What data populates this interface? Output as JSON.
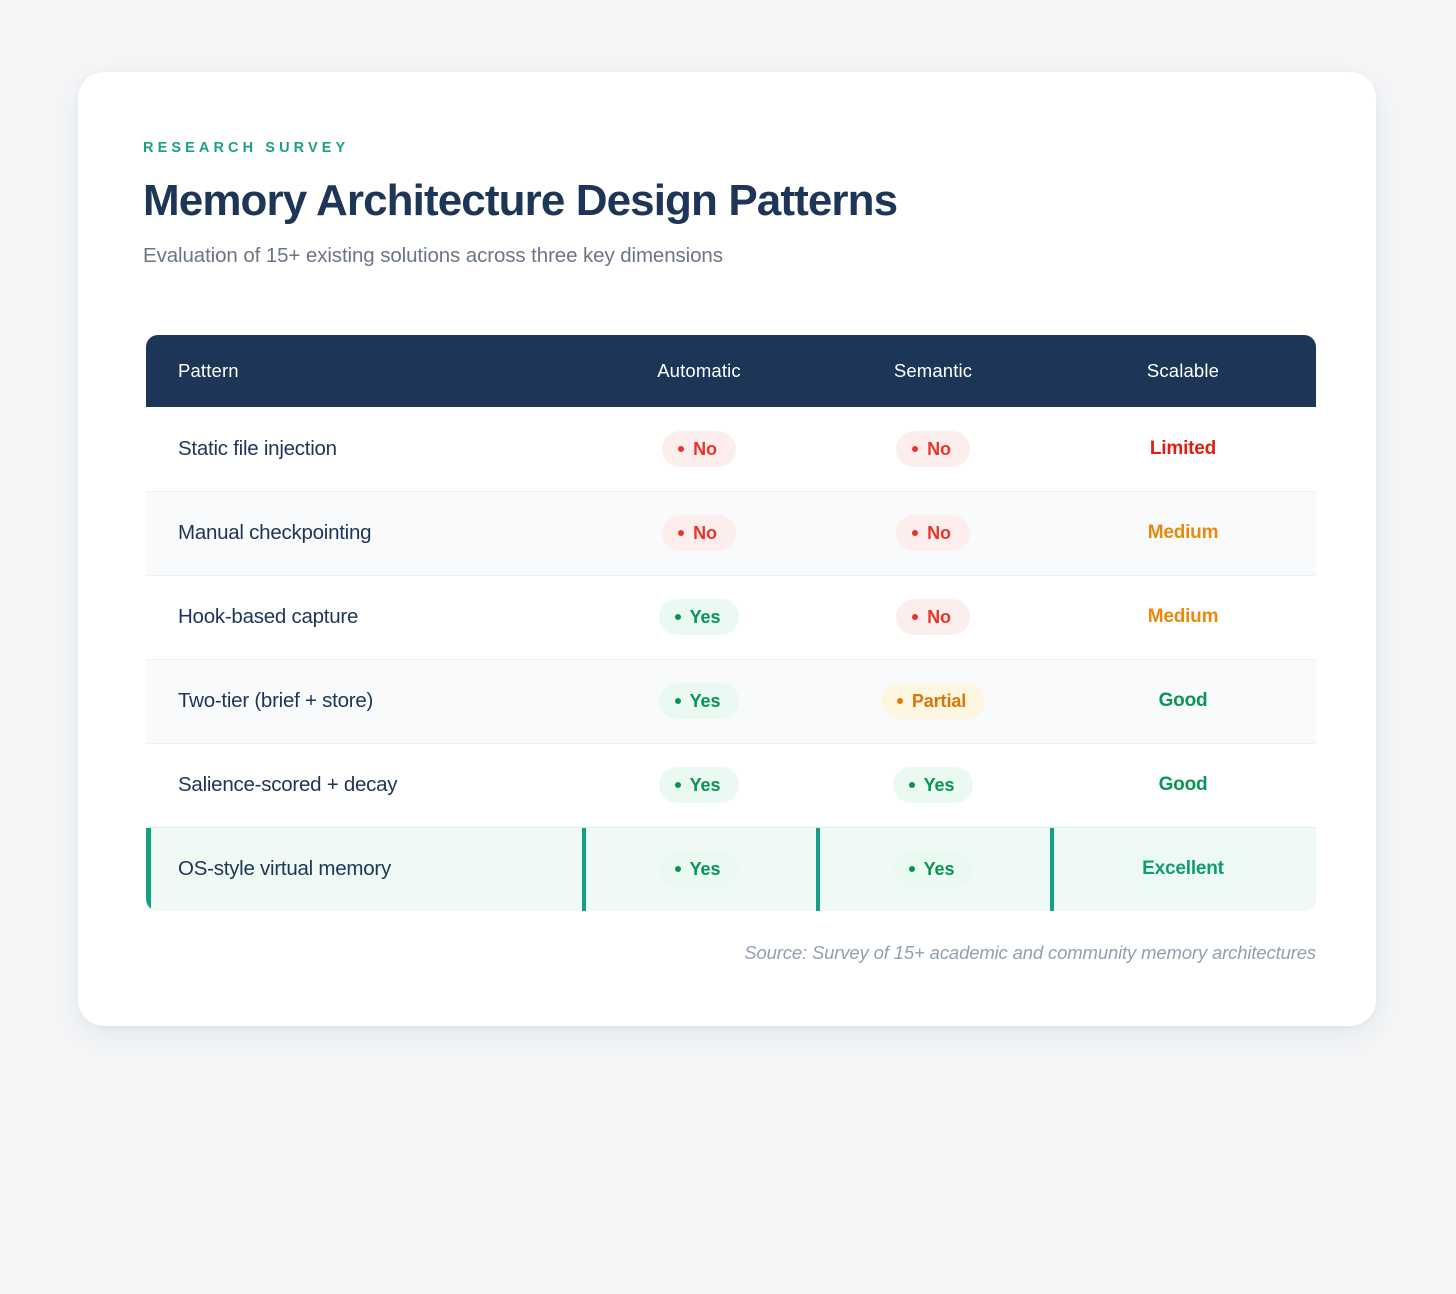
{
  "header": {
    "eyebrow": "RESEARCH SURVEY",
    "title": "Memory Architecture Design Patterns",
    "subtitle": "Evaluation of 15+ existing solutions across three key dimensions"
  },
  "footer": {
    "source": "Source: Survey of 15+ academic and community memory architectures"
  },
  "colors": {
    "brand_teal": "#1aa085",
    "header_navy": "#1d3557",
    "yes_green": "#079455",
    "no_red": "#e8342a",
    "partial_orange": "#d97706",
    "limited_red": "#e11d10",
    "medium_orange": "#e8890c",
    "good_green": "#0a9556",
    "excellent_green": "#0f9d70",
    "highlight_row": "#effaf5",
    "accent_bar": "#14a085",
    "page_bg": "#f4f6f8"
  },
  "chart_data": {
    "type": "table",
    "title": "Memory Architecture Design Patterns",
    "subtitle": "Evaluation of 15+ existing solutions across three key dimensions",
    "columns": [
      "Pattern",
      "Automatic",
      "Semantic",
      "Scalable"
    ],
    "rows": [
      {
        "pattern": "Static file injection",
        "automatic": "No",
        "semantic": "No",
        "scalable": "Limited",
        "automatic_state": "no",
        "semantic_state": "no",
        "scalable_state": "limited",
        "highlighted": false
      },
      {
        "pattern": "Manual checkpointing",
        "automatic": "No",
        "semantic": "No",
        "scalable": "Medium",
        "automatic_state": "no",
        "semantic_state": "no",
        "scalable_state": "medium",
        "highlighted": false
      },
      {
        "pattern": "Hook-based capture",
        "automatic": "Yes",
        "semantic": "No",
        "scalable": "Medium",
        "automatic_state": "yes",
        "semantic_state": "no",
        "scalable_state": "medium",
        "highlighted": false
      },
      {
        "pattern": "Two-tier (brief + store)",
        "automatic": "Yes",
        "semantic": "Partial",
        "scalable": "Good",
        "automatic_state": "yes",
        "semantic_state": "partial",
        "scalable_state": "good",
        "highlighted": false
      },
      {
        "pattern": "Salience-scored + decay",
        "automatic": "Yes",
        "semantic": "Yes",
        "scalable": "Good",
        "automatic_state": "yes",
        "semantic_state": "yes",
        "scalable_state": "good",
        "highlighted": false
      },
      {
        "pattern": "OS-style virtual memory",
        "automatic": "Yes",
        "semantic": "Yes",
        "scalable": "Excellent",
        "automatic_state": "yes",
        "semantic_state": "yes",
        "scalable_state": "excellent",
        "highlighted": true
      }
    ],
    "source": "Source: Survey of 15+ academic and community memory architectures"
  }
}
